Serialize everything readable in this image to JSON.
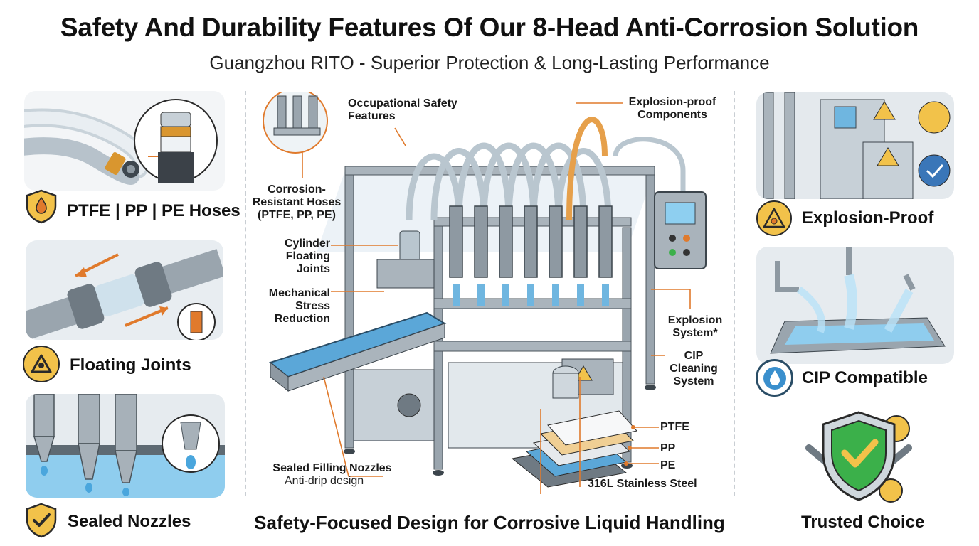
{
  "header": {
    "title": "Safety And Durability Features Of Our 8-Head Anti-Corrosion Solution",
    "subtitle": "Guangzhou RITO - Superior Protection & Long-Lasting Performance"
  },
  "left_features": [
    {
      "caption": "PTFE | PP | PE Hoses",
      "icon": "water-shield-icon"
    },
    {
      "caption": "Floating Joints",
      "icon": "triangle-joint-icon"
    },
    {
      "caption": "Sealed Nozzles",
      "icon": "check-shield-icon"
    }
  ],
  "right_features": [
    {
      "caption": "Explosion-Proof",
      "icon": "explosion-warning-icon"
    },
    {
      "caption": "CIP Compatible",
      "icon": "water-cycle-icon"
    },
    {
      "caption": "Trusted Choice",
      "icon": "trusted-shield-icon"
    }
  ],
  "callouts": {
    "occupational_safety": "Occupational Safety Features",
    "explosion_proof_components": "Explosion-proof Components",
    "corrosion_resistant_hoses": "Corrosion-Resistant Hoses (PTFE, PP, PE)",
    "cylinder_floating_joints": "Cylinder Floating Joints",
    "mechanical_stress": "Mechanical Stress Reduction",
    "explosion_system": "Explosion System*",
    "cip_cleaning": "CIP Cleaning System",
    "sealed_filling_nozzles": "Sealed Filling Nozzles",
    "anti_drip": "Anti-drip design"
  },
  "materials": [
    "PTFE",
    "PP",
    "PE",
    "316L Stainless Steel"
  ],
  "footer": {
    "tagline": "Safety-Focused Design for Corrosive Liquid Handling"
  },
  "colors": {
    "accent_orange": "#e07a2c",
    "steel": "#9aa5ae",
    "water_blue": "#5fb3e0",
    "badge_gold": "#f2c24a",
    "shield_green": "#3bb04a"
  }
}
